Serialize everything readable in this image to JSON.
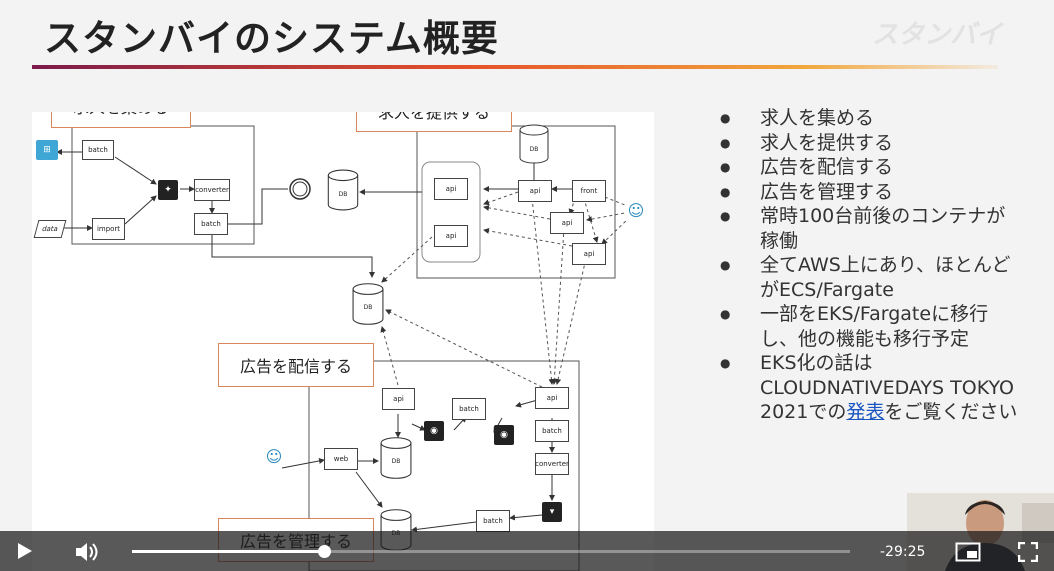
{
  "slide": {
    "title": "スタンバイのシステム概要",
    "logo_text": "スタンバイ",
    "bullets": [
      "求人を集める",
      "求人を提供する",
      "広告を配信する",
      "広告を管理する",
      "常時100台前後のコンテナが稼働",
      "全てAWS上にあり、ほとんどがECS/Fargate",
      "一部をEKS/Fargateに移行し、他の機能も移行予定"
    ],
    "last_bullet": {
      "before_link": "EKS化の話は CLOUDNATIVEDAYS TOKYO 2021での",
      "link_text": "発表",
      "after_link": "をご覧ください"
    }
  },
  "diagram": {
    "sections": {
      "collect": "求人を集める",
      "provide": "求人を提供する",
      "deliver": "広告を配信する",
      "manage": "広告を管理する"
    },
    "nodes": {
      "batch1": "batch",
      "import": "import",
      "data": "data",
      "converter": "converter",
      "batch2": "batch",
      "db_main": "DB",
      "api_a": "api",
      "api_b": "api",
      "db_top": "DB",
      "api_c": "api",
      "front": "front",
      "api_d": "api",
      "api_e": "api",
      "db_center": "DB",
      "api_f": "api",
      "batch3": "batch",
      "api_g": "api",
      "batch4": "batch",
      "web": "web",
      "db_ad": "DB",
      "converter2": "converter",
      "batch5": "batch",
      "db_bottom": "DB"
    }
  },
  "player": {
    "time_remaining": "-29:25",
    "progress": 0.268
  },
  "colors": {
    "accent_start": "#7c1a4a",
    "accent_mid": "#e5512a",
    "accent_end": "#f1a73c",
    "section_border": "#d9875a",
    "link": "#1a56c0"
  },
  "icons": {
    "play": "play-icon",
    "volume": "volume-icon",
    "pip": "picture-in-picture-icon",
    "fullscreen": "fullscreen-icon"
  }
}
